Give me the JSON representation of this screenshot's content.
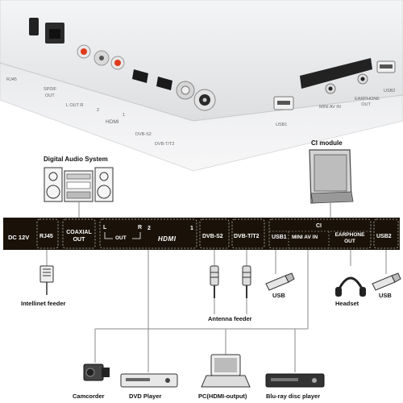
{
  "top_panel": {
    "labels": {
      "rj45": "RJ45",
      "spdif": "SPDIF",
      "out": "OUT",
      "l_out_r": "L  OUT  R",
      "hdmi": "HDMI",
      "hdmi_1": "1",
      "hdmi_2": "2",
      "dvb_s2": "DVB-S2",
      "dvb_t_t2": "DVB-T/T2",
      "usb1": "USB1",
      "mini_av_in": "MINI AV IN",
      "earphone_out": "EARPHONE OUT",
      "usb2": "USB2"
    }
  },
  "devices_top": {
    "digital_audio_system": "Digital Audio System",
    "ci_module": "CI module"
  },
  "port_bar": {
    "dc12v": "DC 12V",
    "rj45": "RJ45",
    "coaxial_out": "COAXIAL OUT",
    "l_label": "L",
    "out_label": "OUT",
    "r_label": "R",
    "hdmi_2": "2",
    "hdmi_label": "HDMI",
    "hdmi_1": "1",
    "dvb_s2": "DVB-S2",
    "dvb_t_t2": "DVB-T/T2",
    "ci": "CI",
    "usb1": "USB1",
    "mini_av_in": "MINI AV IN",
    "earphone_out": "EARPHONE OUT",
    "usb2": "USB2"
  },
  "devices_bottom": {
    "intellinet_feeder": "Intellinet feeder",
    "usb_left": "USB",
    "usb_right": "USB",
    "antenna_feeder": "Antenna feeder",
    "headset": "Headset",
    "camcorder": "Camcorder",
    "dvd_player": "DVD Player",
    "pc": "PC(HDMI-output)",
    "bluray": "Blu-ray disc player"
  },
  "colors": {
    "bar": "#1a1208",
    "line": "#8a8a8a",
    "accent_red": "#e03a1e"
  }
}
